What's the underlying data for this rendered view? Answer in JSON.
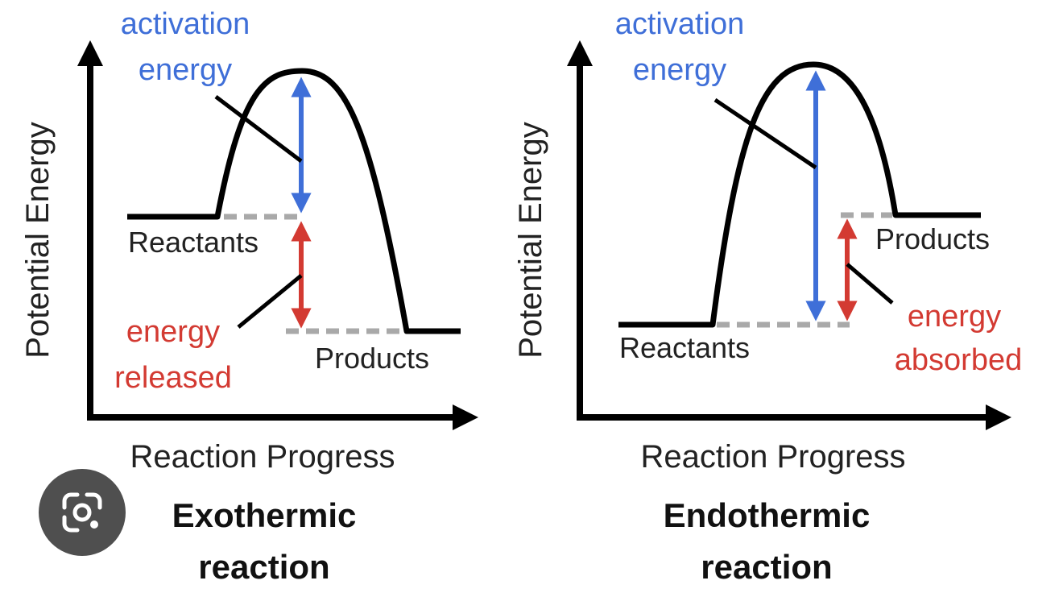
{
  "colors": {
    "activation": "#3f6fd8",
    "energy_change": "#d33a32",
    "curve": "#000000",
    "dashed": "#a9a9a9",
    "lens_button_bg": "#4f4f4f"
  },
  "lens_button": {
    "icon": "google-lens-icon"
  },
  "diagrams": [
    {
      "activation_label_line1": "activation",
      "activation_label_line2": "energy",
      "y_axis_label": "Potential Energy",
      "x_axis_label": "Reaction Progress",
      "reactants_label": "Reactants",
      "products_label": "Products",
      "change_label_line1": "energy",
      "change_label_line2": "released",
      "title_line1": "Exothermic",
      "title_line2": "reaction"
    },
    {
      "activation_label_line1": "activation",
      "activation_label_line2": "energy",
      "y_axis_label": "Potential Energy",
      "x_axis_label": "Reaction Progress",
      "reactants_label": "Reactants",
      "products_label": "Products",
      "change_label_line1": "energy",
      "change_label_line2": "absorbed",
      "title_line1": "Endothermic",
      "title_line2": "reaction"
    }
  ]
}
